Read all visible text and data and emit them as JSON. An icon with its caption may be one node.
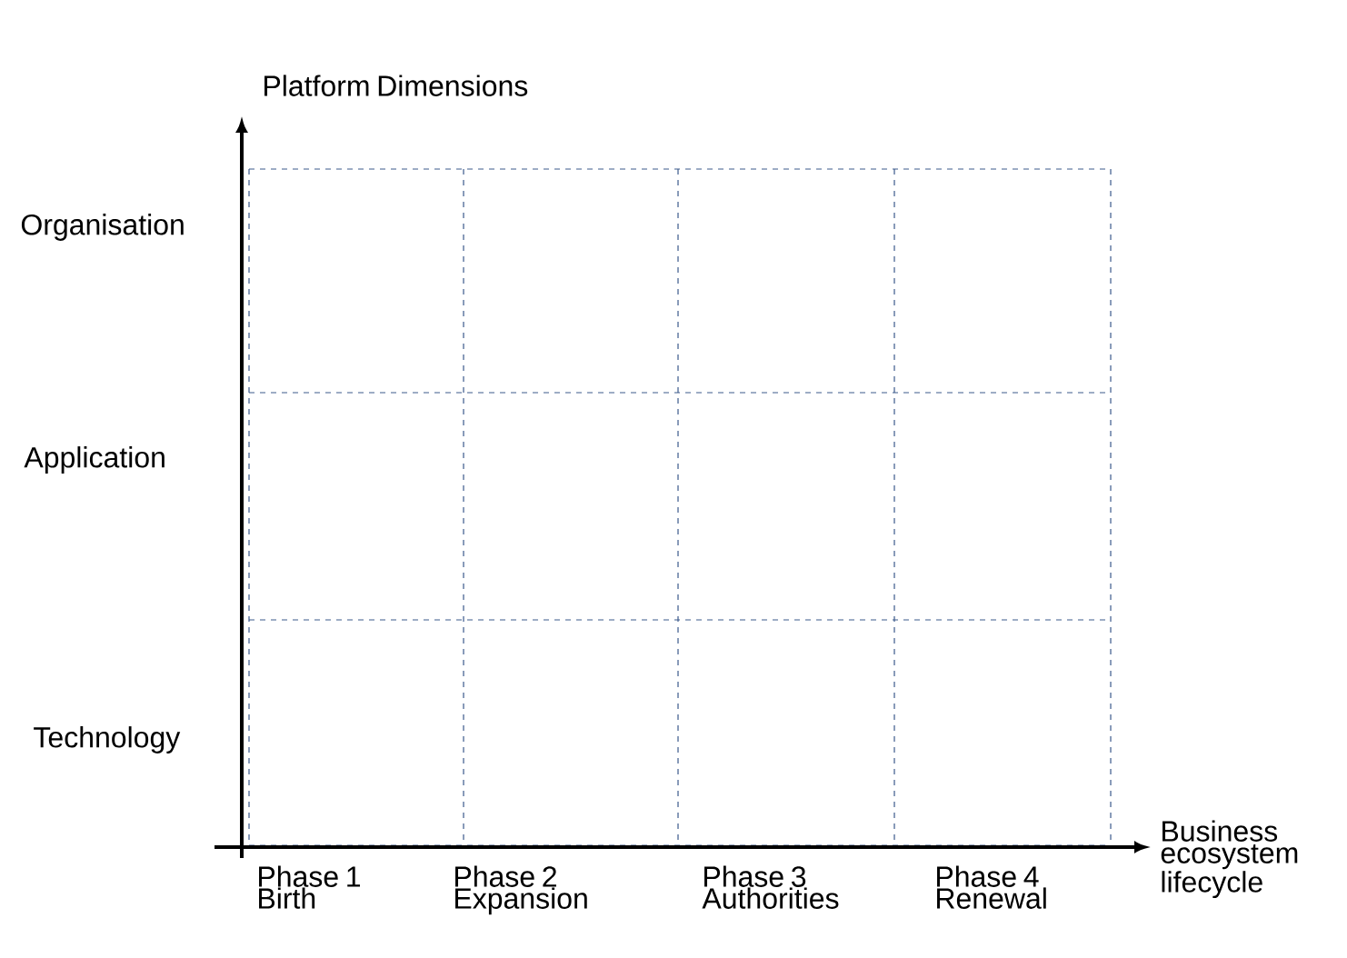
{
  "diagram": {
    "labels": [
      "Platform Dimensions",
      "Organisation",
      "Application",
      "Technology",
      "Phase 1 Birth",
      "Phase 2 Expansion",
      "Phase 3 Authorities",
      "Phase 4 Renewal",
      "Business ecosystem lifecycle"
    ]
  }
}
